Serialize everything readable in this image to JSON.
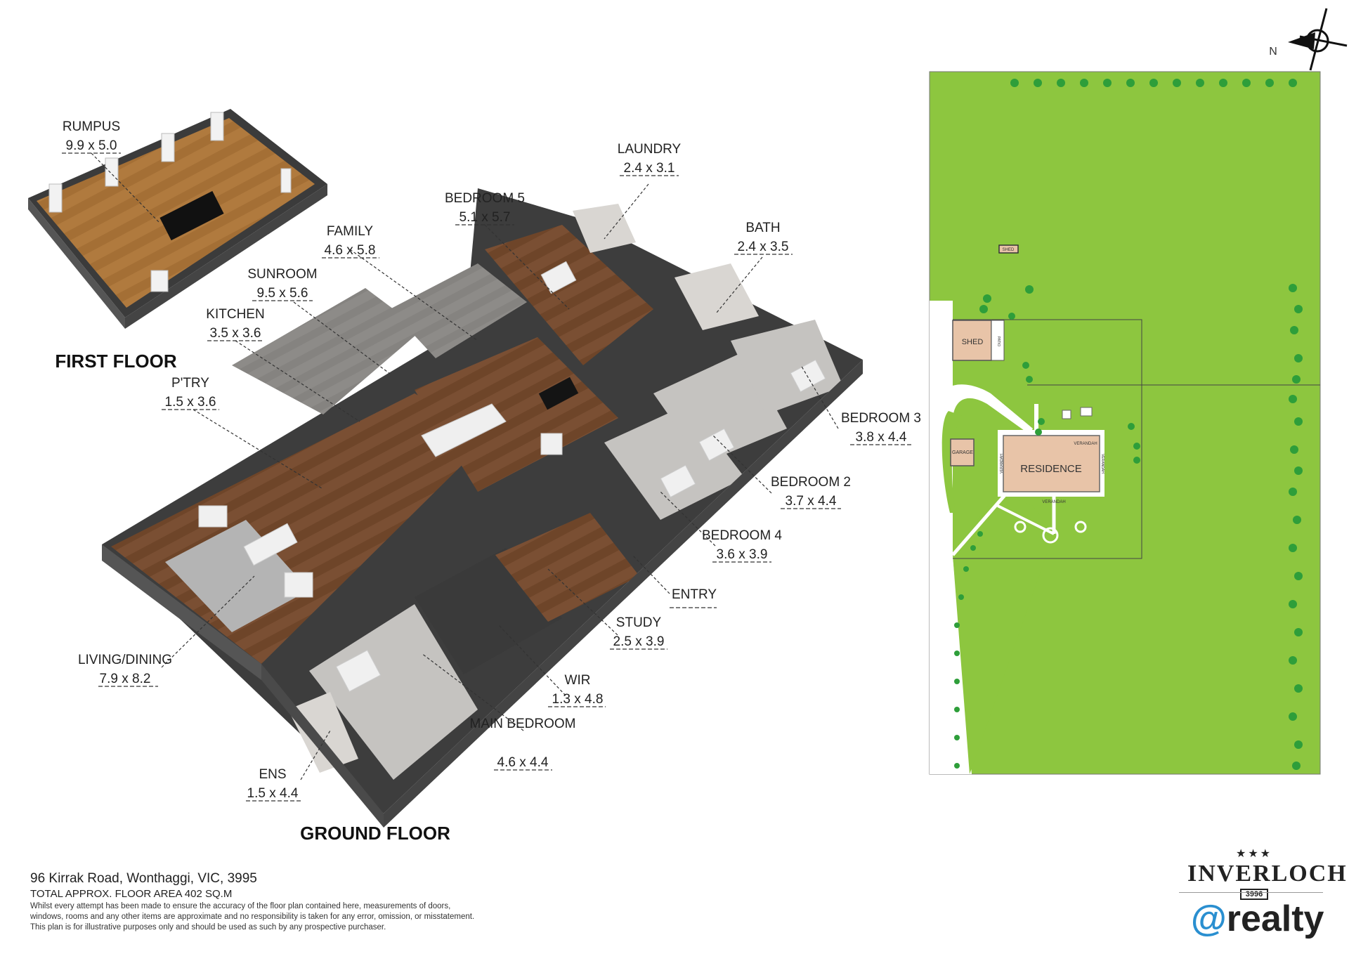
{
  "floors": {
    "first": "FIRST FLOOR",
    "ground": "GROUND FLOOR"
  },
  "rooms": [
    {
      "name": "RUMPUS",
      "dims": "9.9 x 5.0"
    },
    {
      "name": "FAMILY",
      "dims": "4.6 x 5.8"
    },
    {
      "name": "SUNROOM",
      "dims": "9.5 x 5.6"
    },
    {
      "name": "KITCHEN",
      "dims": "3.5 x 3.6"
    },
    {
      "name": "P'TRY",
      "dims": "1.5 x 3.6"
    },
    {
      "name": "BEDROOM 5",
      "dims": "5.1 x 5.7"
    },
    {
      "name": "LAUNDRY",
      "dims": "2.4 x 3.1"
    },
    {
      "name": "BATH",
      "dims": "2.4 x 3.5"
    },
    {
      "name": "BEDROOM 3",
      "dims": "3.8 x 4.4"
    },
    {
      "name": "BEDROOM 2",
      "dims": "3.7 x 4.4"
    },
    {
      "name": "BEDROOM 4",
      "dims": "3.6 x 3.9"
    },
    {
      "name": "ENTRY",
      "dims": ""
    },
    {
      "name": "STUDY",
      "dims": "2.5 x 3.9"
    },
    {
      "name": "WIR",
      "dims": "1.3 x 4.8"
    },
    {
      "name": "MAIN BEDROOM",
      "dims": "4.6 x 4.4"
    },
    {
      "name": "LIVING/DINING",
      "dims": "7.9 x 8.2"
    },
    {
      "name": "ENS",
      "dims": "1.5 x 4.4"
    }
  ],
  "site": {
    "north": "N",
    "residence": "RESIDENCE",
    "shed_main": "SHED",
    "shed_small": "SHED",
    "patio": "PATIO",
    "garage": "GARAGE",
    "verandah": "VERANDAH",
    "colors": {
      "lawn": "#8dc63f",
      "building": "#e8c4a8",
      "tree": "#2e9e3a"
    }
  },
  "footer": {
    "address": "96 Kirrak Road, Wonthaggi, VIC, 3995",
    "area": "TOTAL APPROX. FLOOR AREA 402 SQ.M",
    "disclaimer_1": "Whilst every attempt has been made to ensure the accuracy of the floor plan contained here, measurements of doors,",
    "disclaimer_2": "windows, rooms and any other items are approximate and no responsibility is taken for any error, omission, or misstatement.",
    "disclaimer_3": "This plan is for illustrative purposes only and should be used as such by any prospective purchaser."
  },
  "logos": {
    "stars": "★★★",
    "inverloch": "INVERLOCH",
    "postcode": "3996",
    "at": "@",
    "realty": "realty"
  }
}
